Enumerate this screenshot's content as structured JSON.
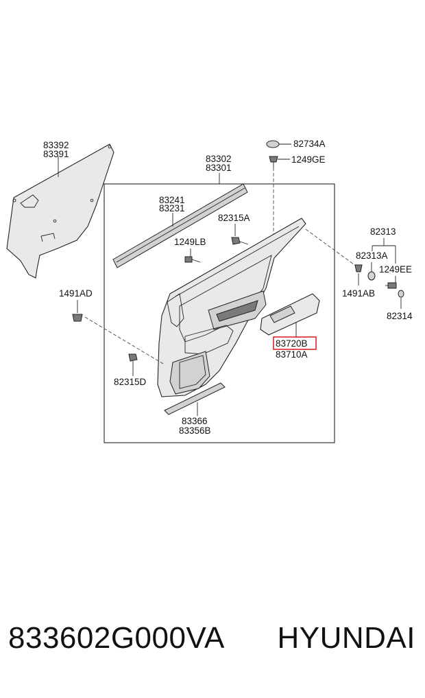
{
  "diagram": {
    "callouts": {
      "c83392": "83392",
      "c83391": "83391",
      "c83302": "83302",
      "c83301": "83301",
      "c82734A": "82734A",
      "c1249GE": "1249GE",
      "c83241": "83241",
      "c83231": "83231",
      "c82315A": "82315A",
      "c1249LB": "1249LB",
      "c82313": "82313",
      "c82313A": "82313A",
      "c1249EE": "1249EE",
      "c1491AD": "1491AD",
      "c1491AB": "1491AB",
      "c82314": "82314",
      "c83720B": "83720B",
      "c83710A": "83710A",
      "c82315D": "82315D",
      "c83366": "83366",
      "c83356B": "83356B"
    },
    "highlighted_part": "83720B",
    "highlight_color": "#d8242a"
  },
  "footer": {
    "part_number": "833602G000VA",
    "brand": "HYUNDAI"
  }
}
